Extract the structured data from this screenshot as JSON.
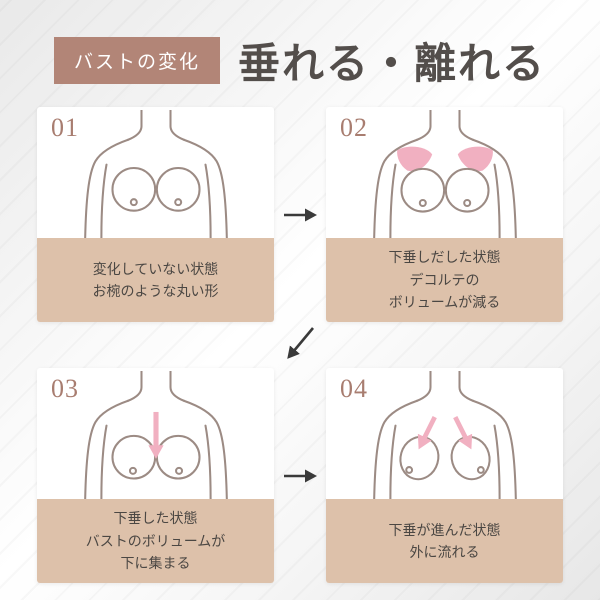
{
  "header": {
    "badge": "バストの変化",
    "title": "垂れる・離れる"
  },
  "stages": [
    {
      "number": "01",
      "illustration": "torso-round-bust",
      "caption_lines": [
        "変化していない状態",
        "お椀のような丸い形"
      ]
    },
    {
      "number": "02",
      "illustration": "torso-decollete-volume-loss",
      "caption_lines": [
        "下垂しだした状態",
        "デコルテの",
        "ボリュームが減る"
      ]
    },
    {
      "number": "03",
      "illustration": "torso-sagging-volume-down",
      "caption_lines": [
        "下垂した状態",
        "バストのボリュームが",
        "下に集まる"
      ]
    },
    {
      "number": "04",
      "illustration": "torso-sagging-outward-flow",
      "caption_lines": [
        "下垂が進んだ状態",
        "外に流れる"
      ]
    }
  ],
  "arrows": {
    "step1_to_2": "right-arrow",
    "step2_to_3": "down-left-arrow",
    "step3_to_4": "right-arrow"
  },
  "colors": {
    "badge_bg": "#b28577",
    "title_text": "#534e4b",
    "stage_number": "#a87d70",
    "caption_bg": "#ddc1aa",
    "caption_text": "#4b4743",
    "line_art": "#9c8b84",
    "pink_accent": "#f1b0c1",
    "flow_arrow": "#3a3a3a",
    "card_bg": "#ffffff"
  }
}
